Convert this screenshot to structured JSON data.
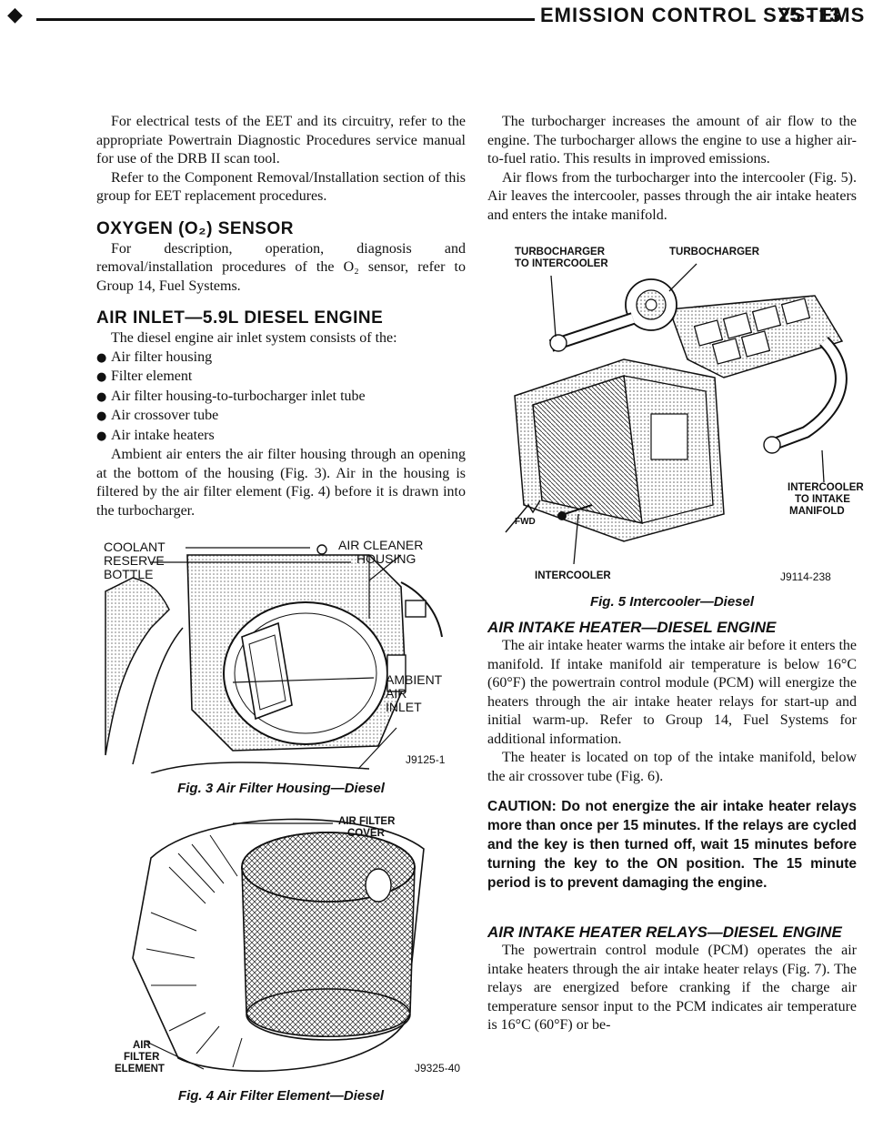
{
  "header": {
    "section_title": "EMISSION CONTROL SYSTEMS",
    "page_number": "25 - 13"
  },
  "left": {
    "p1": "For electrical tests of the EET and its circuitry, refer to the appropriate Powertrain Diagnostic Procedures service manual for use of the DRB II scan tool.",
    "p2": "Refer to the Component Removal/Installation section of this group for EET replacement procedures.",
    "h_oxygen": "OXYGEN (O₂) SENSOR",
    "p3": "For description, operation, diagnosis and removal/installation procedures of the O₂ sensor, refer to Group 14, Fuel Systems.",
    "h_air_inlet": "AIR INLET—5.9L DIESEL ENGINE",
    "p4": "The diesel engine air inlet system consists of the:",
    "bullets": [
      "Air filter housing",
      "Filter element",
      "Air filter housing-to-turbocharger inlet tube",
      "Air crossover tube",
      "Air intake heaters"
    ],
    "p5": "Ambient air enters the air filter housing through an opening at the bottom of the housing (Fig. 3). Air in the housing is filtered by the air filter element (Fig. 4) before it is drawn into the turbocharger.",
    "fig3": {
      "label_coolant": "COOLANT",
      "label_reserve": "RESERVE",
      "label_bottle": "BOTTLE",
      "label_air_cleaner": "AIR CLEANER",
      "label_housing": "HOUSING",
      "label_ambient": "AMBIENT",
      "label_air": "AIR",
      "label_inlet": "INLET",
      "fig_number": "J9125-1",
      "caption": "Fig. 3 Air Filter Housing—Diesel"
    },
    "fig4": {
      "label_cover_1": "AIR FILTER",
      "label_cover_2": "COVER",
      "label_element_1": "AIR",
      "label_element_2": "FILTER",
      "label_element_3": "ELEMENT",
      "fig_number": "J9325-40",
      "caption": "Fig. 4 Air Filter Element—Diesel"
    }
  },
  "right": {
    "p1": "The turbocharger increases the amount of air flow to the engine. The turbocharger allows the engine to use a higher air-to-fuel ratio. This results in improved emissions.",
    "p2": "Air flows from the turbocharger into the intercooler (Fig. 5). Air leaves the intercooler, passes through the air intake heaters and enters the intake manifold.",
    "fig5": {
      "label_turbo_to_ic_1": "TURBOCHARGER",
      "label_turbo_to_ic_2": "TO INTERCOOLER",
      "label_turbo": "TURBOCHARGER",
      "label_ic_to_intake_1": "INTERCOOLER",
      "label_ic_to_intake_2": "TO INTAKE",
      "label_ic_to_intake_3": "MANIFOLD",
      "label_intercooler": "INTERCOOLER",
      "label_fwd": "FWD",
      "fig_number": "J9114-238",
      "caption": "Fig. 5 Intercooler—Diesel"
    },
    "h_heater": "AIR INTAKE HEATER—DIESEL ENGINE",
    "p3": "The air intake heater warms the intake air before it enters the manifold. If intake manifold air temperature is below 16°C (60°F) the powertrain control module (PCM) will energize the heaters through the air intake heater relays for start-up and initial warm-up. Refer to Group 14, Fuel Systems for additional information.",
    "p4": "The heater is located on top of the intake manifold, below the air crossover tube (Fig. 6).",
    "caution": "CAUTION: Do not energize the air intake heater relays more than once per 15 minutes. If the relays are cycled and the key is then turned off, wait 15 minutes before turning the key to the ON position. The 15 minute period is to prevent damaging the engine.",
    "h_relays": "AIR INTAKE HEATER RELAYS—DIESEL ENGINE",
    "p5": "The powertrain control module (PCM) operates the air intake heaters through the air intake heater relays (Fig. 7). The relays are energized before cranking if the charge air temperature sensor input to the PCM indicates air temperature is 16°C (60°F) or be-"
  }
}
